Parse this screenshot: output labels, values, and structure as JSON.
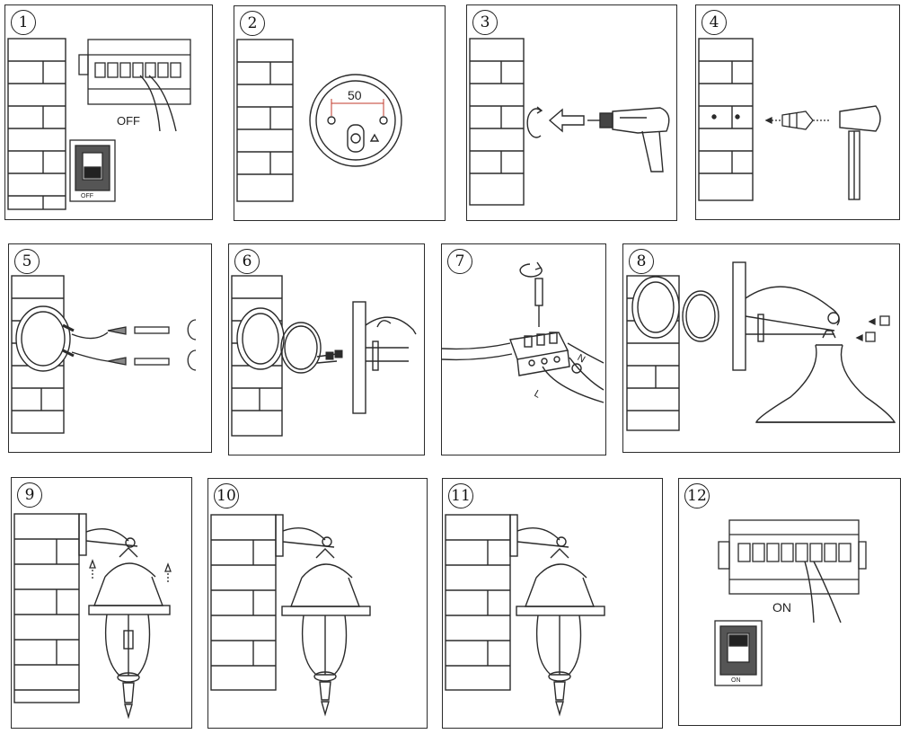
{
  "steps": [
    {
      "number": "1",
      "labels": {
        "switch_state": "OFF",
        "small_switch": "OFF"
      }
    },
    {
      "number": "2",
      "labels": {
        "dimension": "50"
      }
    },
    {
      "number": "3",
      "labels": {}
    },
    {
      "number": "4",
      "labels": {}
    },
    {
      "number": "5",
      "labels": {}
    },
    {
      "number": "6",
      "labels": {}
    },
    {
      "number": "7",
      "labels": {
        "wire_n": "N",
        "wire_l": "L"
      }
    },
    {
      "number": "8",
      "labels": {}
    },
    {
      "number": "9",
      "labels": {}
    },
    {
      "number": "10",
      "labels": {}
    },
    {
      "number": "11",
      "labels": {}
    },
    {
      "number": "12",
      "labels": {
        "switch_state": "ON",
        "small_switch": "ON"
      }
    }
  ],
  "colors": {
    "line": "#2b2b2b",
    "background": "#ffffff"
  }
}
